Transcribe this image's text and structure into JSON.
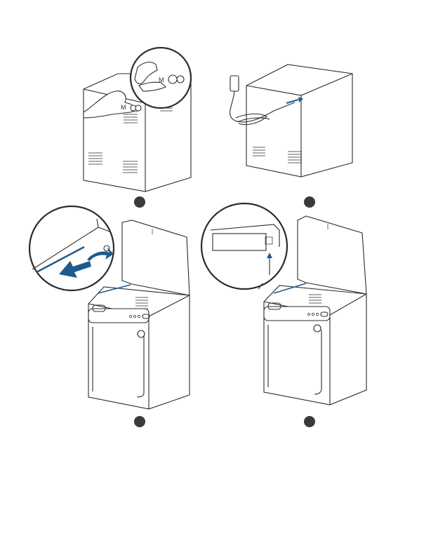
{
  "steps": [
    {
      "id": "step-1",
      "marker": "",
      "callout_label_a": "M",
      "callout_label_b": "M"
    },
    {
      "id": "step-2",
      "marker": ""
    },
    {
      "id": "step-3",
      "marker": ""
    },
    {
      "id": "step-4",
      "marker": ""
    }
  ],
  "colors": {
    "line": "#2b2b2b",
    "accent": "#1f5a8c",
    "marker": "#3a3a3a"
  }
}
